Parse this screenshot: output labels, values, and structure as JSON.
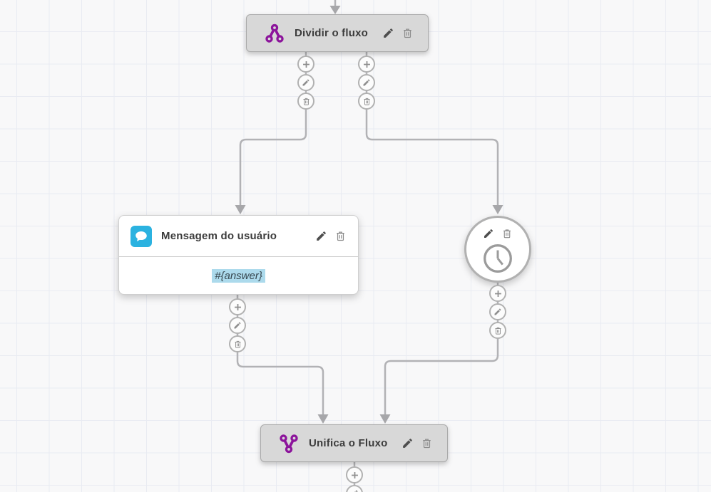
{
  "canvas": {
    "background": "#f8f8f9",
    "grid_color": "#e9ebf2"
  },
  "colors": {
    "accent_purple": "#8c149b",
    "accent_blue": "#2bb2e0",
    "node_gray": "#d8d8d8",
    "connector_gray": "#b2b2b5",
    "highlight_blue": "#acdaec",
    "title_text": "#3c3c3c"
  },
  "nodes": {
    "split": {
      "title": "Dividir o fluxo",
      "icon": "split-flow-icon"
    },
    "message": {
      "title": "Mensagem do usuário",
      "icon": "chat-bubble-icon",
      "body_value": "#{answer}"
    },
    "timer": {
      "icon": "clock-icon"
    },
    "merge": {
      "title": "Unifica o Fluxo",
      "icon": "merge-flow-icon"
    }
  },
  "connector_actions": {
    "add": "add-connection",
    "edit": "edit-connection",
    "delete": "delete-connection"
  }
}
